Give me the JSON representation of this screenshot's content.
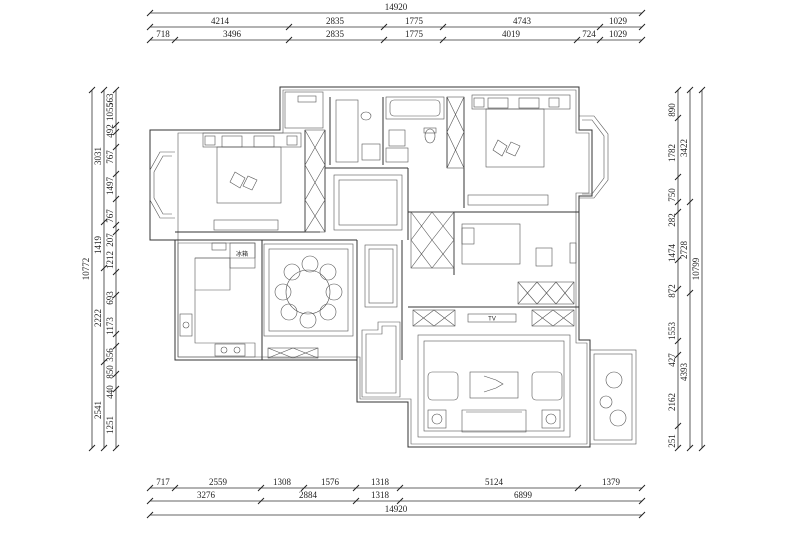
{
  "dimensions": {
    "top_total": "14920",
    "top_row1": [
      "4214",
      "2835",
      "1775",
      "4743",
      "1029"
    ],
    "top_row2": [
      "718",
      "3496",
      "2835",
      "1775",
      "4019",
      "724",
      "1029"
    ],
    "bottom_row1": [
      "717",
      "2559",
      "1308",
      "1576",
      "1318",
      "5124",
      "1379"
    ],
    "bottom_row2": [
      "3276",
      "2884",
      "1318",
      "6899"
    ],
    "bottom_total": "14920",
    "left_total": "10772",
    "left_inner": [
      "1055",
      "492",
      "563",
      "767",
      "1497",
      "767",
      "207",
      "1212",
      "693",
      "1173",
      "356",
      "850",
      "440",
      "1251"
    ],
    "left_outer": [
      "3031",
      "1419",
      "2222",
      "2541"
    ],
    "right_inner": [
      "890",
      "1782",
      "750",
      "282",
      "1474",
      "872",
      "1553",
      "427",
      "2162",
      "251"
    ],
    "right_outer": [
      "3422",
      "2728",
      "4393"
    ],
    "right_total": "10799"
  },
  "labels": {
    "fridge": "冰箱",
    "tv": "TV"
  }
}
